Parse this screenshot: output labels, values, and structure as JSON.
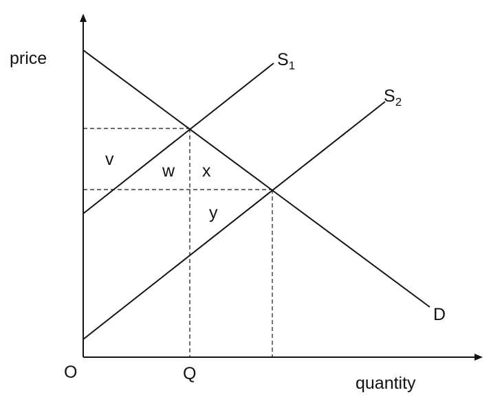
{
  "diagram": {
    "y_axis_label": "price",
    "x_axis_label": "quantity",
    "origin_label": "O",
    "quantity_tick_label": "Q",
    "curves": {
      "supply_1": {
        "letter": "S",
        "subscript": "1"
      },
      "supply_2": {
        "letter": "S",
        "subscript": "2"
      },
      "demand": {
        "letter": "D"
      }
    },
    "areas": {
      "v": "v",
      "w": "w",
      "x": "x",
      "y": "y"
    }
  }
}
